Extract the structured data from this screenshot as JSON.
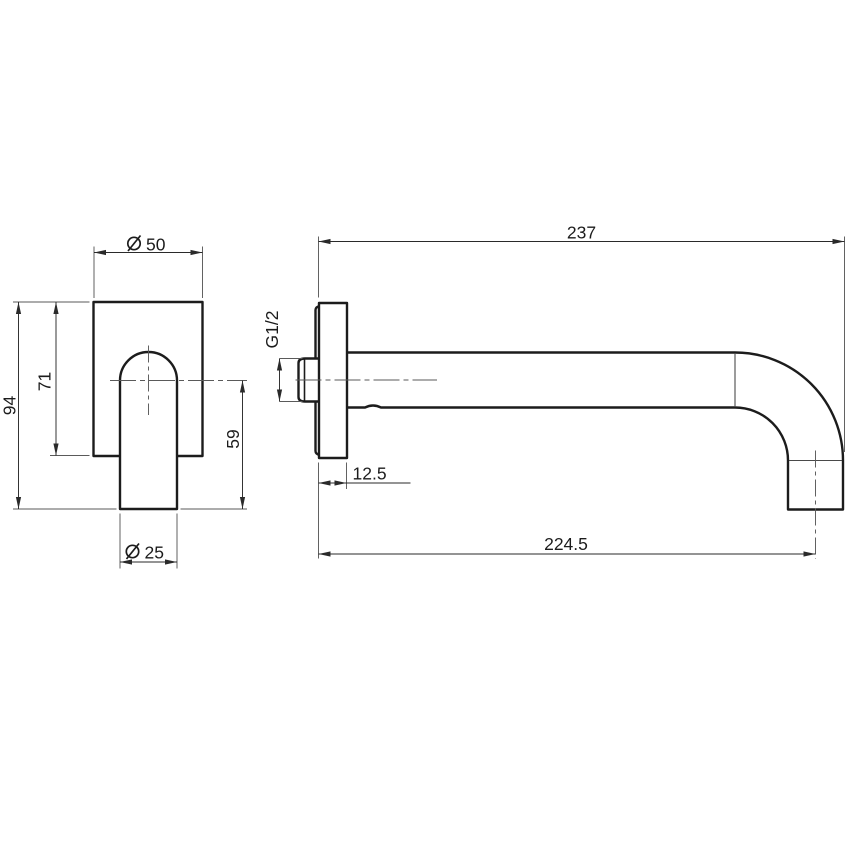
{
  "drawing": {
    "background_color": "#ffffff",
    "outline_color": "#1c1c1c",
    "dimension_line_color": "#5a5a5a",
    "front_view": {
      "plate_width": {
        "symbol": "diameter",
        "value": "50"
      },
      "plate_height": {
        "value": "71"
      },
      "overall_height": {
        "value": "94"
      },
      "center_to_spout_end": {
        "value": "59"
      },
      "spout_diameter": {
        "symbol": "diameter",
        "value": "25"
      }
    },
    "side_view": {
      "overall_projection": {
        "value": "237"
      },
      "inlet_thread": {
        "value": "G1/2"
      },
      "wall_plate_depth": {
        "value": "12.5"
      },
      "projection_to_outlet_center": {
        "value": "224.5"
      }
    }
  }
}
